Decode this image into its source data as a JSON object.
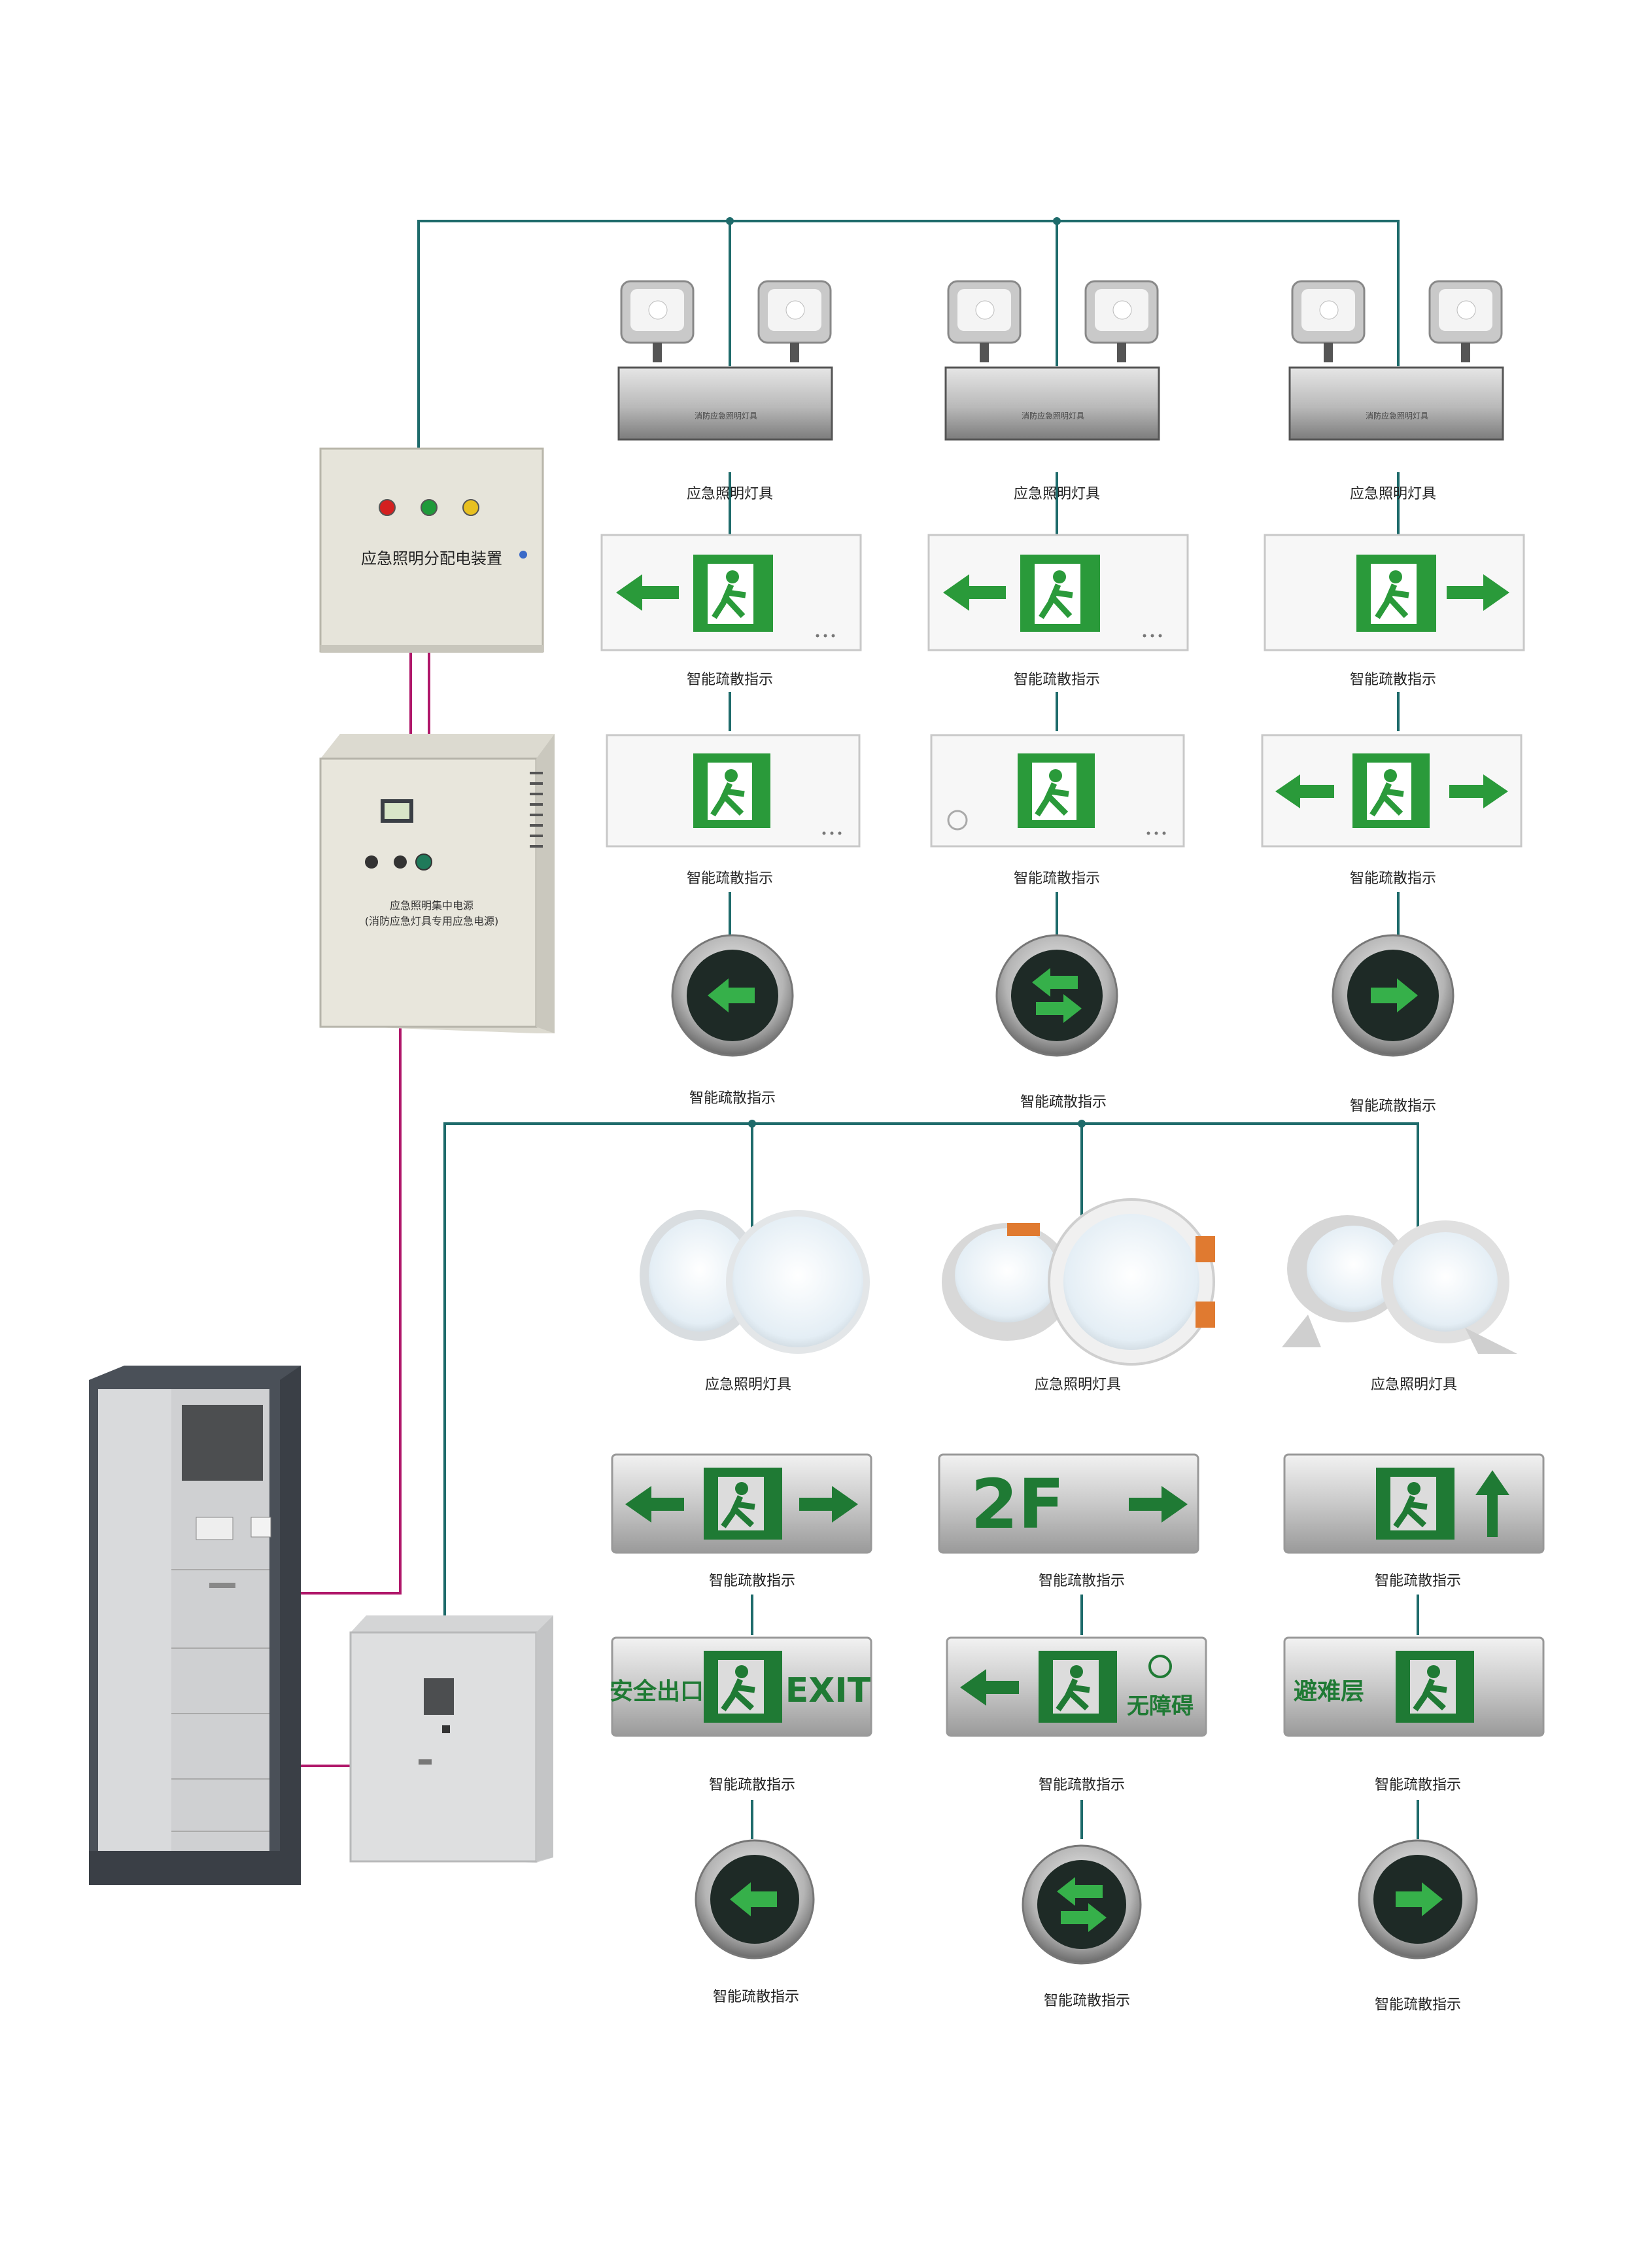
{
  "colors": {
    "bus_line": "#1e6b6b",
    "power_line": "#b0176a",
    "sign_green": "#2a9a3a",
    "sign_dark_green": "#1f7a34",
    "cabinet_body": "#e8e6dc",
    "cabinet_dark": "#444a52"
  },
  "devices": {
    "distribution_box": {
      "label": "应急照明分配电装置",
      "lamp_colors": [
        "#d42020",
        "#1f9a3a",
        "#e8c020"
      ]
    },
    "central_power": {
      "label_line1": "应急照明集中电源",
      "label_line2": "(消防应急灯具专用应急电源)"
    }
  },
  "upper_section": {
    "lamp_panel_text": "消防应急照明灯具",
    "labels": {
      "lamp": "应急照明灯具",
      "sign": "智能疏散指示"
    }
  },
  "lower_section": {
    "labels": {
      "lamp": "应急照明灯具",
      "sign": "智能疏散指示"
    },
    "sign_texts": {
      "floor": "2F",
      "safe_exit": "安全出口",
      "exit_en": "EXIT",
      "accessible": "无障碍",
      "refuge": "避难层"
    }
  }
}
